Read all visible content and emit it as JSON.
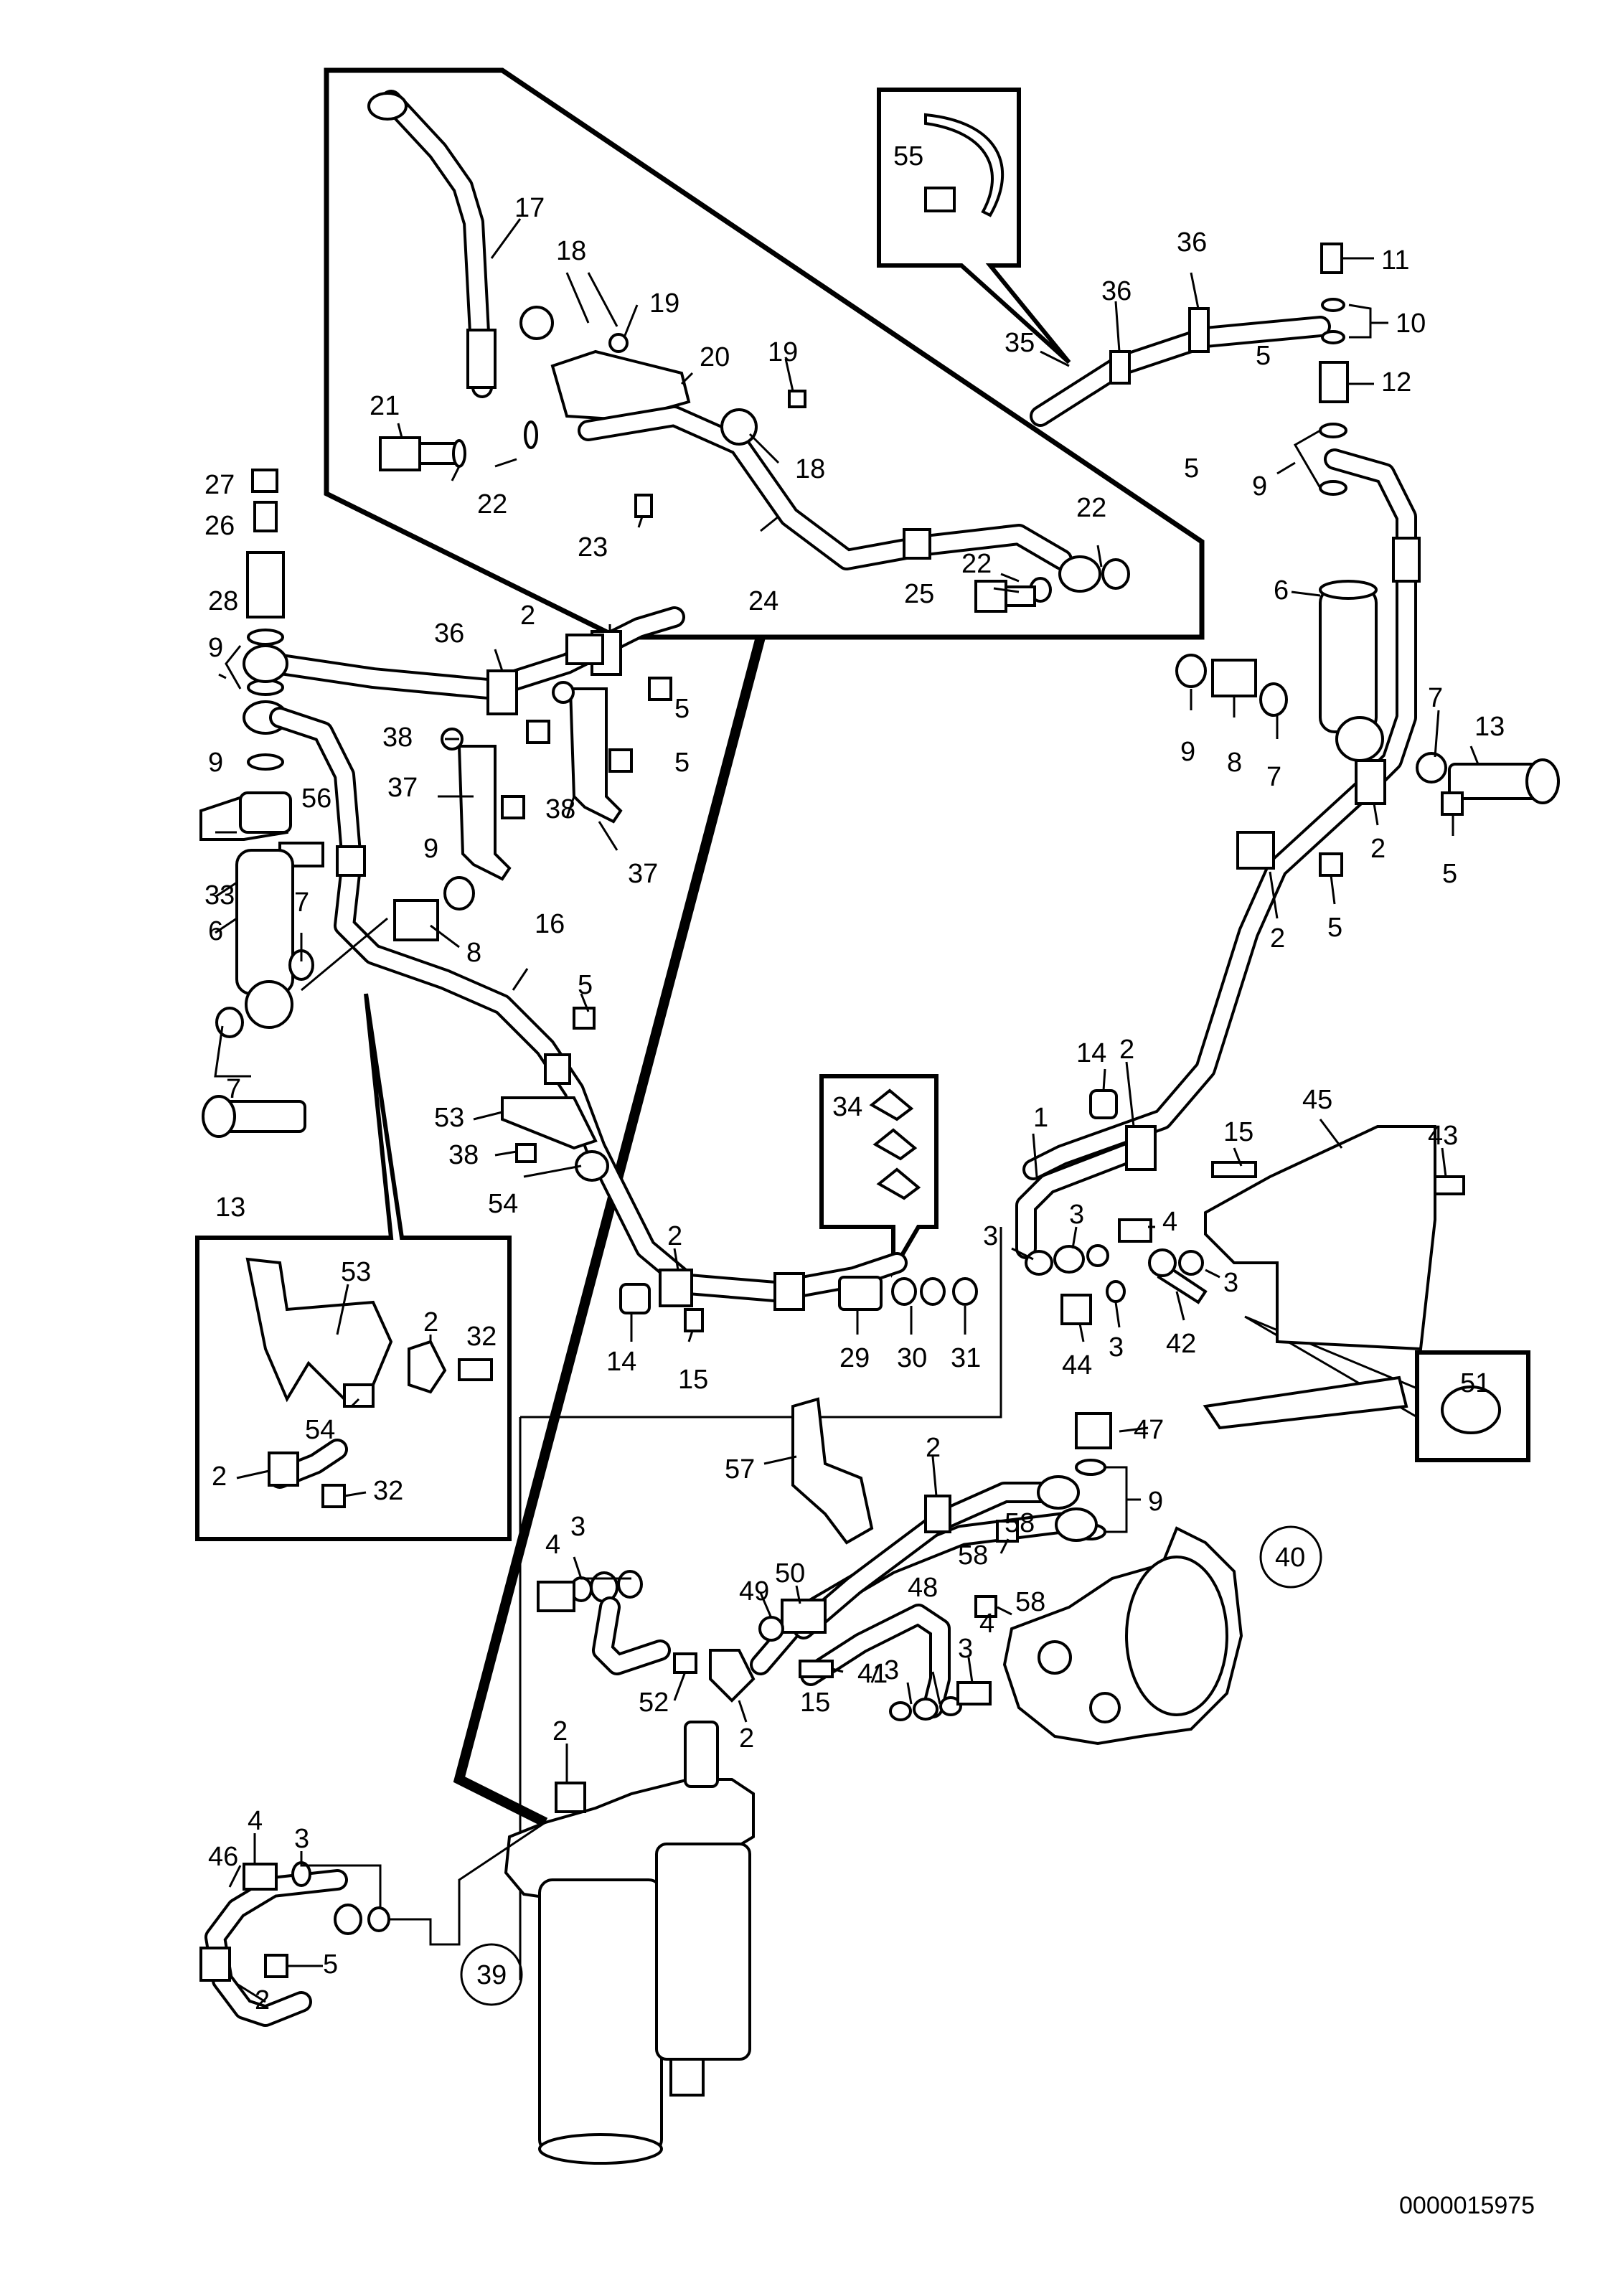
{
  "diagram": {
    "document_number": "0000015975",
    "callouts": [
      {
        "id": "c17",
        "text": "17"
      },
      {
        "id": "c18a",
        "text": "18"
      },
      {
        "id": "c19a",
        "text": "19"
      },
      {
        "id": "c19b",
        "text": "19"
      },
      {
        "id": "c20",
        "text": "20"
      },
      {
        "id": "c21",
        "text": "21"
      },
      {
        "id": "c18b",
        "text": "18"
      },
      {
        "id": "c22a",
        "text": "22"
      },
      {
        "id": "c23",
        "text": "23"
      },
      {
        "id": "c24",
        "text": "24"
      },
      {
        "id": "c22b",
        "text": "22"
      },
      {
        "id": "c22c",
        "text": "22"
      },
      {
        "id": "c25",
        "text": "25"
      },
      {
        "id": "c55",
        "text": "55"
      },
      {
        "id": "c36a",
        "text": "36"
      },
      {
        "id": "c36b",
        "text": "36"
      },
      {
        "id": "c11",
        "text": "11"
      },
      {
        "id": "c10",
        "text": "10"
      },
      {
        "id": "c35",
        "text": "35"
      },
      {
        "id": "c5a",
        "text": "5"
      },
      {
        "id": "c12",
        "text": "12"
      },
      {
        "id": "c5b",
        "text": "5"
      },
      {
        "id": "c9a",
        "text": "9"
      },
      {
        "id": "c6a",
        "text": "6"
      },
      {
        "id": "c9b",
        "text": "9"
      },
      {
        "id": "c8a",
        "text": "8"
      },
      {
        "id": "c7a",
        "text": "7"
      },
      {
        "id": "c7b",
        "text": "7"
      },
      {
        "id": "c13a",
        "text": "13"
      },
      {
        "id": "c2a",
        "text": "2"
      },
      {
        "id": "c5c",
        "text": "5"
      },
      {
        "id": "c2b",
        "text": "2"
      },
      {
        "id": "c5d",
        "text": "5"
      },
      {
        "id": "c27",
        "text": "27"
      },
      {
        "id": "c26",
        "text": "26"
      },
      {
        "id": "c28",
        "text": "28"
      },
      {
        "id": "c9c",
        "text": "9"
      },
      {
        "id": "c2c",
        "text": "2"
      },
      {
        "id": "c36c",
        "text": "36"
      },
      {
        "id": "c5e",
        "text": "5"
      },
      {
        "id": "c38a",
        "text": "38"
      },
      {
        "id": "c5f",
        "text": "5"
      },
      {
        "id": "c37a",
        "text": "37"
      },
      {
        "id": "c38b",
        "text": "38"
      },
      {
        "id": "c37b",
        "text": "37"
      },
      {
        "id": "c9d",
        "text": "9"
      },
      {
        "id": "c56",
        "text": "56"
      },
      {
        "id": "c9e",
        "text": "9"
      },
      {
        "id": "c33",
        "text": "33"
      },
      {
        "id": "c6b",
        "text": "6"
      },
      {
        "id": "c7c",
        "text": "7"
      },
      {
        "id": "c8b",
        "text": "8"
      },
      {
        "id": "c16",
        "text": "16"
      },
      {
        "id": "c7d",
        "text": "7"
      },
      {
        "id": "c5g",
        "text": "5"
      },
      {
        "id": "c13b",
        "text": "13"
      },
      {
        "id": "c53a",
        "text": "53"
      },
      {
        "id": "c38c",
        "text": "38"
      },
      {
        "id": "c54a",
        "text": "54"
      },
      {
        "id": "c14a",
        "text": "14"
      },
      {
        "id": "c2d",
        "text": "2"
      },
      {
        "id": "c1",
        "text": "1"
      },
      {
        "id": "c15a",
        "text": "15"
      },
      {
        "id": "c45",
        "text": "45"
      },
      {
        "id": "c43",
        "text": "43"
      },
      {
        "id": "c34",
        "text": "34"
      },
      {
        "id": "c3a",
        "text": "3"
      },
      {
        "id": "c3b",
        "text": "3"
      },
      {
        "id": "c4a",
        "text": "4"
      },
      {
        "id": "c3c",
        "text": "3"
      },
      {
        "id": "c2e",
        "text": "2"
      },
      {
        "id": "c14b",
        "text": "14"
      },
      {
        "id": "c15b",
        "text": "15"
      },
      {
        "id": "c29",
        "text": "29"
      },
      {
        "id": "c30",
        "text": "30"
      },
      {
        "id": "c31",
        "text": "31"
      },
      {
        "id": "c44",
        "text": "44"
      },
      {
        "id": "c3d",
        "text": "3"
      },
      {
        "id": "c42",
        "text": "42"
      },
      {
        "id": "c51",
        "text": "51"
      },
      {
        "id": "c53b",
        "text": "53"
      },
      {
        "id": "c2f",
        "text": "2"
      },
      {
        "id": "c32a",
        "text": "32"
      },
      {
        "id": "c54b",
        "text": "54"
      },
      {
        "id": "c2g",
        "text": "2"
      },
      {
        "id": "c32b",
        "text": "32"
      },
      {
        "id": "c47",
        "text": "47"
      },
      {
        "id": "c57",
        "text": "57"
      },
      {
        "id": "c2h",
        "text": "2"
      },
      {
        "id": "c9f",
        "text": "9"
      },
      {
        "id": "c4b",
        "text": "4"
      },
      {
        "id": "c3e",
        "text": "3"
      },
      {
        "id": "c58a",
        "text": "58"
      },
      {
        "id": "c58b",
        "text": "58"
      },
      {
        "id": "c40",
        "text": "40"
      },
      {
        "id": "c49",
        "text": "49"
      },
      {
        "id": "c50",
        "text": "50"
      },
      {
        "id": "c48",
        "text": "48"
      },
      {
        "id": "c58c",
        "text": "58"
      },
      {
        "id": "c3f",
        "text": "3"
      },
      {
        "id": "c4c",
        "text": "4"
      },
      {
        "id": "c41",
        "text": "41"
      },
      {
        "id": "c3g",
        "text": "3"
      },
      {
        "id": "c52",
        "text": "52"
      },
      {
        "id": "c15c",
        "text": "15"
      },
      {
        "id": "c2i",
        "text": "2"
      },
      {
        "id": "c2j",
        "text": "2"
      },
      {
        "id": "c4d",
        "text": "4"
      },
      {
        "id": "c3h",
        "text": "3"
      },
      {
        "id": "c46",
        "text": "46"
      },
      {
        "id": "c5h",
        "text": "5"
      },
      {
        "id": "c2k",
        "text": "2"
      },
      {
        "id": "c39",
        "text": "39"
      }
    ]
  }
}
